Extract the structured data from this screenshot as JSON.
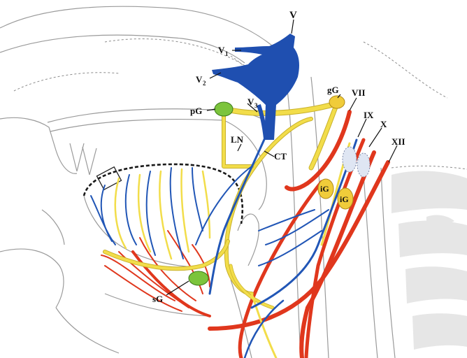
{
  "labels": {
    "v": "V",
    "v1": "V",
    "v1_sub": "1",
    "v2": "V",
    "v2_sub": "2",
    "v3": "V",
    "v3_sub": "3",
    "gg": "gG",
    "vii": "VII",
    "pg": "pG",
    "ix": "IX",
    "x": "X",
    "xii": "XII",
    "ln": "LN",
    "ct": "CT",
    "ig1": "iG",
    "ig2": "iG",
    "sg": "sG"
  },
  "colors": {
    "trigeminal": "#1f4fb0",
    "chorda_yellow": "#f2dd4a",
    "red_nerves": "#e0371d",
    "ganglion_green": "#7cc43c",
    "ganglion_yellow": "#f0cc3a",
    "outline_gray": "#9a9a9a",
    "bone_gray": "#e6e6e6"
  }
}
